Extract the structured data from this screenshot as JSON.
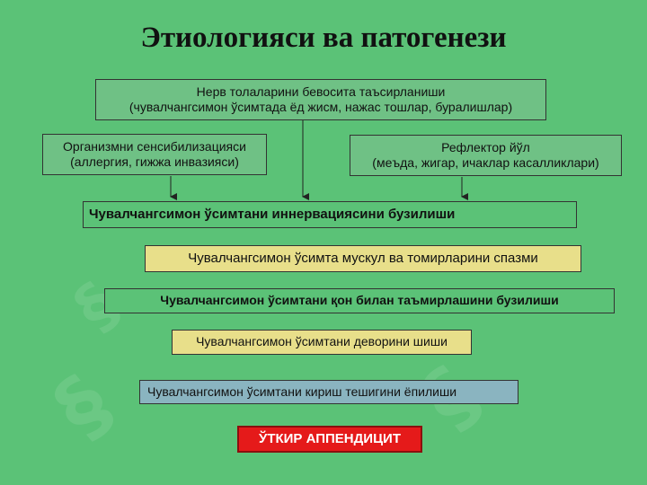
{
  "title": "Этиологияси ва патогенези",
  "top_cause": {
    "line1": "Нерв толаларини бевосита таъсирланиши",
    "line2": "(чувалчангсимон ўсимтада ёд жисм, нажас тошлар, буралишлар)"
  },
  "left_cause": {
    "line1": "Организмни сенсибилизацияси",
    "line2": "(аллергия, гижжа инвазияси)"
  },
  "right_cause": {
    "line1": "Рефлектор йўл",
    "line2": "(меъда, жигар, ичаклар касалликлари)"
  },
  "steps": {
    "innervation": "Чувалчангсимон ўсимтани иннервациясини бузилиши",
    "spasm": "Чувалчангсимон ўсимта мускул ва томирларини спазми",
    "blood_supply": "Чувалчангсимон ўсимтани қон билан таъмирлашини бузилиши",
    "wall_swelling": "Чувалчангсимон ўсимтани деворини шиши",
    "entrance_closing": "Чувалчангсимон ўсимтани кириш тешигини ёпилиши"
  },
  "result": "ЎТКИР АППЕНДИЦИТ",
  "colors": {
    "background": "#5bc277",
    "yellow_box": "#e8df8a",
    "blue_box": "#8ab4c0",
    "result_box": "#e51a1a"
  }
}
